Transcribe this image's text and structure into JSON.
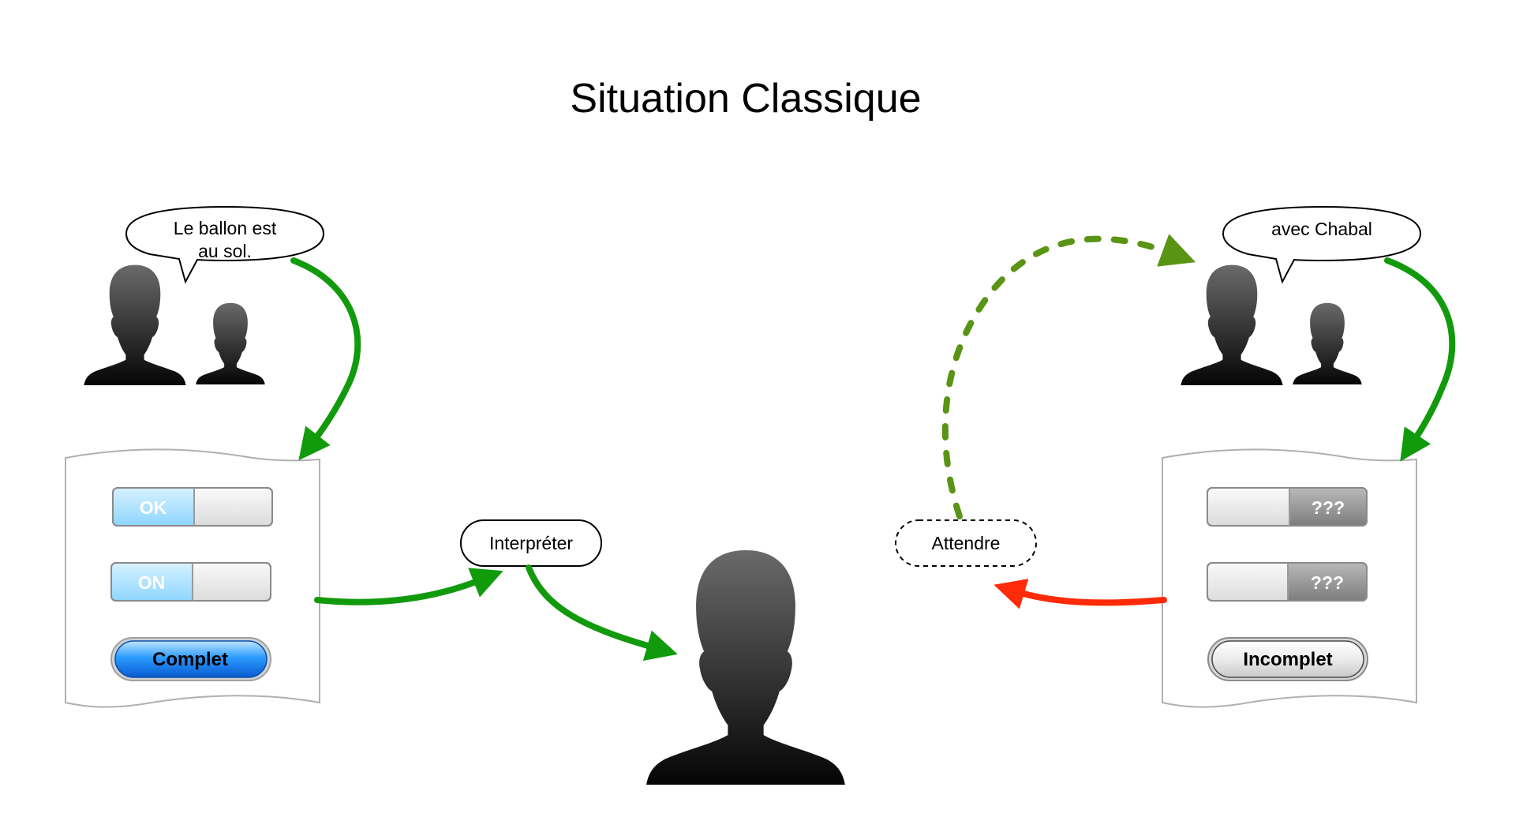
{
  "title": "Situation Classique",
  "left_speaker": {
    "speech_line1": "Le ballon est",
    "speech_line2": "au sol."
  },
  "right_speaker": {
    "speech_line1": "avec Chabal"
  },
  "left_form": {
    "switch1_label": "OK",
    "switch2_label": "ON",
    "button_label": "Complet"
  },
  "right_form": {
    "switch1_label": "???",
    "switch2_label": "???",
    "button_label": "Incomplet"
  },
  "center": {
    "interpret_label": "Interpréter",
    "wait_label": "Attendre"
  },
  "colors": {
    "green": "#129A0D",
    "dashed_green": "#5A9414",
    "red": "#FF2A0A",
    "blue": "#3FA9F5"
  }
}
